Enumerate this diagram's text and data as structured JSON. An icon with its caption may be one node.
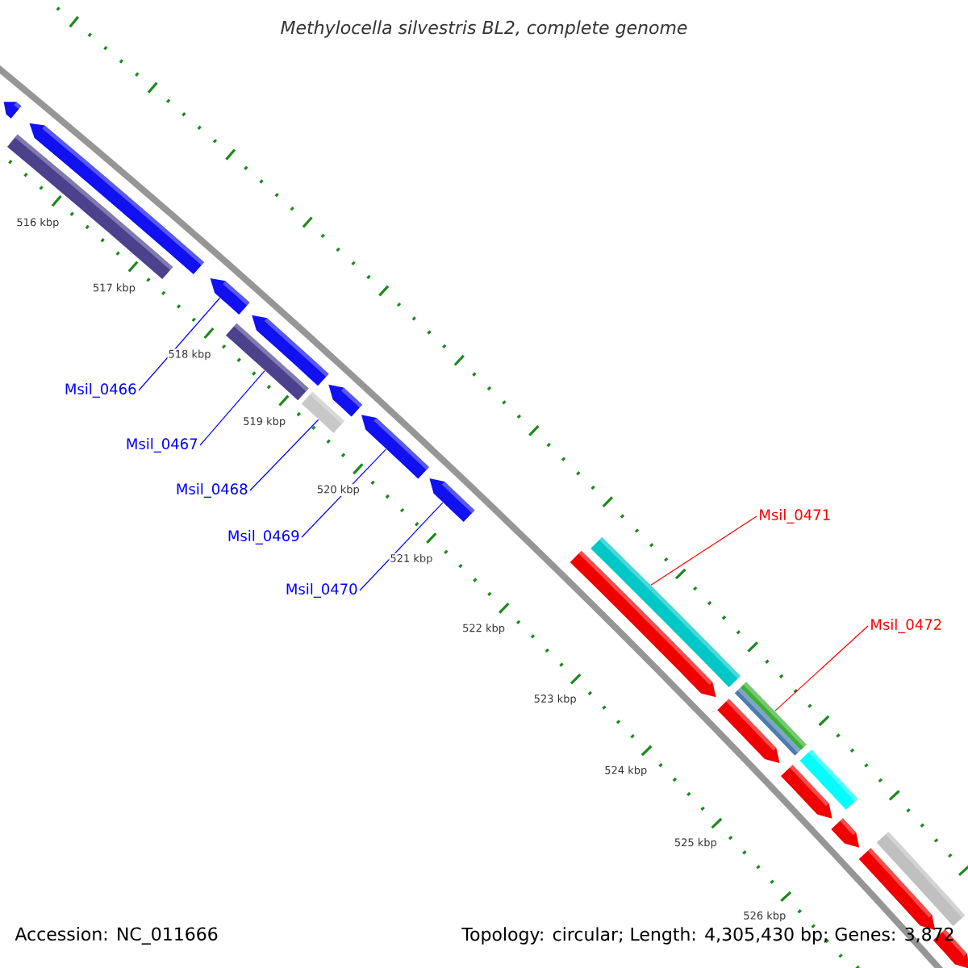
{
  "diagram": {
    "title": "Methylocella silvestris BL2, complete genome",
    "nodes": [
      {
        "text": [
          "Msil_0466"
        ]
      },
      {
        "text": [
          "Msil_0467"
        ]
      },
      {
        "text": [
          "Msil_0468"
        ]
      },
      {
        "text": [
          "Msil_0469"
        ]
      },
      {
        "text": [
          "Msil_0470"
        ]
      },
      {
        "text": [
          "Msil_0471"
        ]
      },
      {
        "text": [
          "Msil_0472"
        ]
      },
      {
        "text": [],
        "shape": "arrow"
      },
      {
        "text": [],
        "shape": "bar"
      },
      {
        "text": [],
        "shape": "arrow"
      },
      {
        "text": [],
        "shape": "arrow"
      },
      {
        "text": [],
        "shape": "bar"
      },
      {
        "text": [],
        "shape": "arrow"
      },
      {
        "text": [],
        "shape": "bar"
      },
      {
        "text": [],
        "shape": "arrow"
      },
      {
        "text": [],
        "shape": "arrow"
      },
      {
        "text": [],
        "shape": "arrow"
      },
      {
        "text": [],
        "shape": "arrow"
      },
      {
        "text": [],
        "shape": "bar"
      },
      {
        "text": [],
        "shape": "arrow"
      },
      {
        "text": [],
        "shape": "bar"
      },
      {
        "text": [],
        "shape": "bar"
      },
      {
        "text": [],
        "shape": "arrow"
      },
      {
        "text": [],
        "shape": "bar"
      },
      {
        "text": [],
        "shape": "arrow"
      },
      {
        "text": [],
        "shape": "arrow"
      },
      {
        "text": [],
        "shape": "bar"
      },
      {
        "text": [],
        "shape": "arrow"
      }
    ],
    "edges": [
      {
        "from": 0,
        "to": 10,
        "arrow": "none"
      },
      {
        "from": 1,
        "to": 11,
        "arrow": "none"
      },
      {
        "from": 2,
        "to": 13,
        "arrow": "none"
      },
      {
        "from": 3,
        "to": 15,
        "arrow": "none"
      },
      {
        "from": 4,
        "to": 16,
        "arrow": "none"
      },
      {
        "from": 5,
        "to": 18,
        "arrow": "none",
        "color": "#ff0000"
      },
      {
        "from": 6,
        "to": 21,
        "arrow": "none",
        "color": "#ff0000"
      }
    ],
    "labels": [
      "516 kbp",
      "517 kbp",
      "518 kbp",
      "519 kbp",
      "520 kbp",
      "521 kbp",
      "522 kbp",
      "523 kbp",
      "524 kbp",
      "525 kbp",
      "526 kbp",
      "Accession: NC_011666",
      "Topology: circular; Length: 4,305,430 bp; Genes: 3,872"
    ]
  }
}
